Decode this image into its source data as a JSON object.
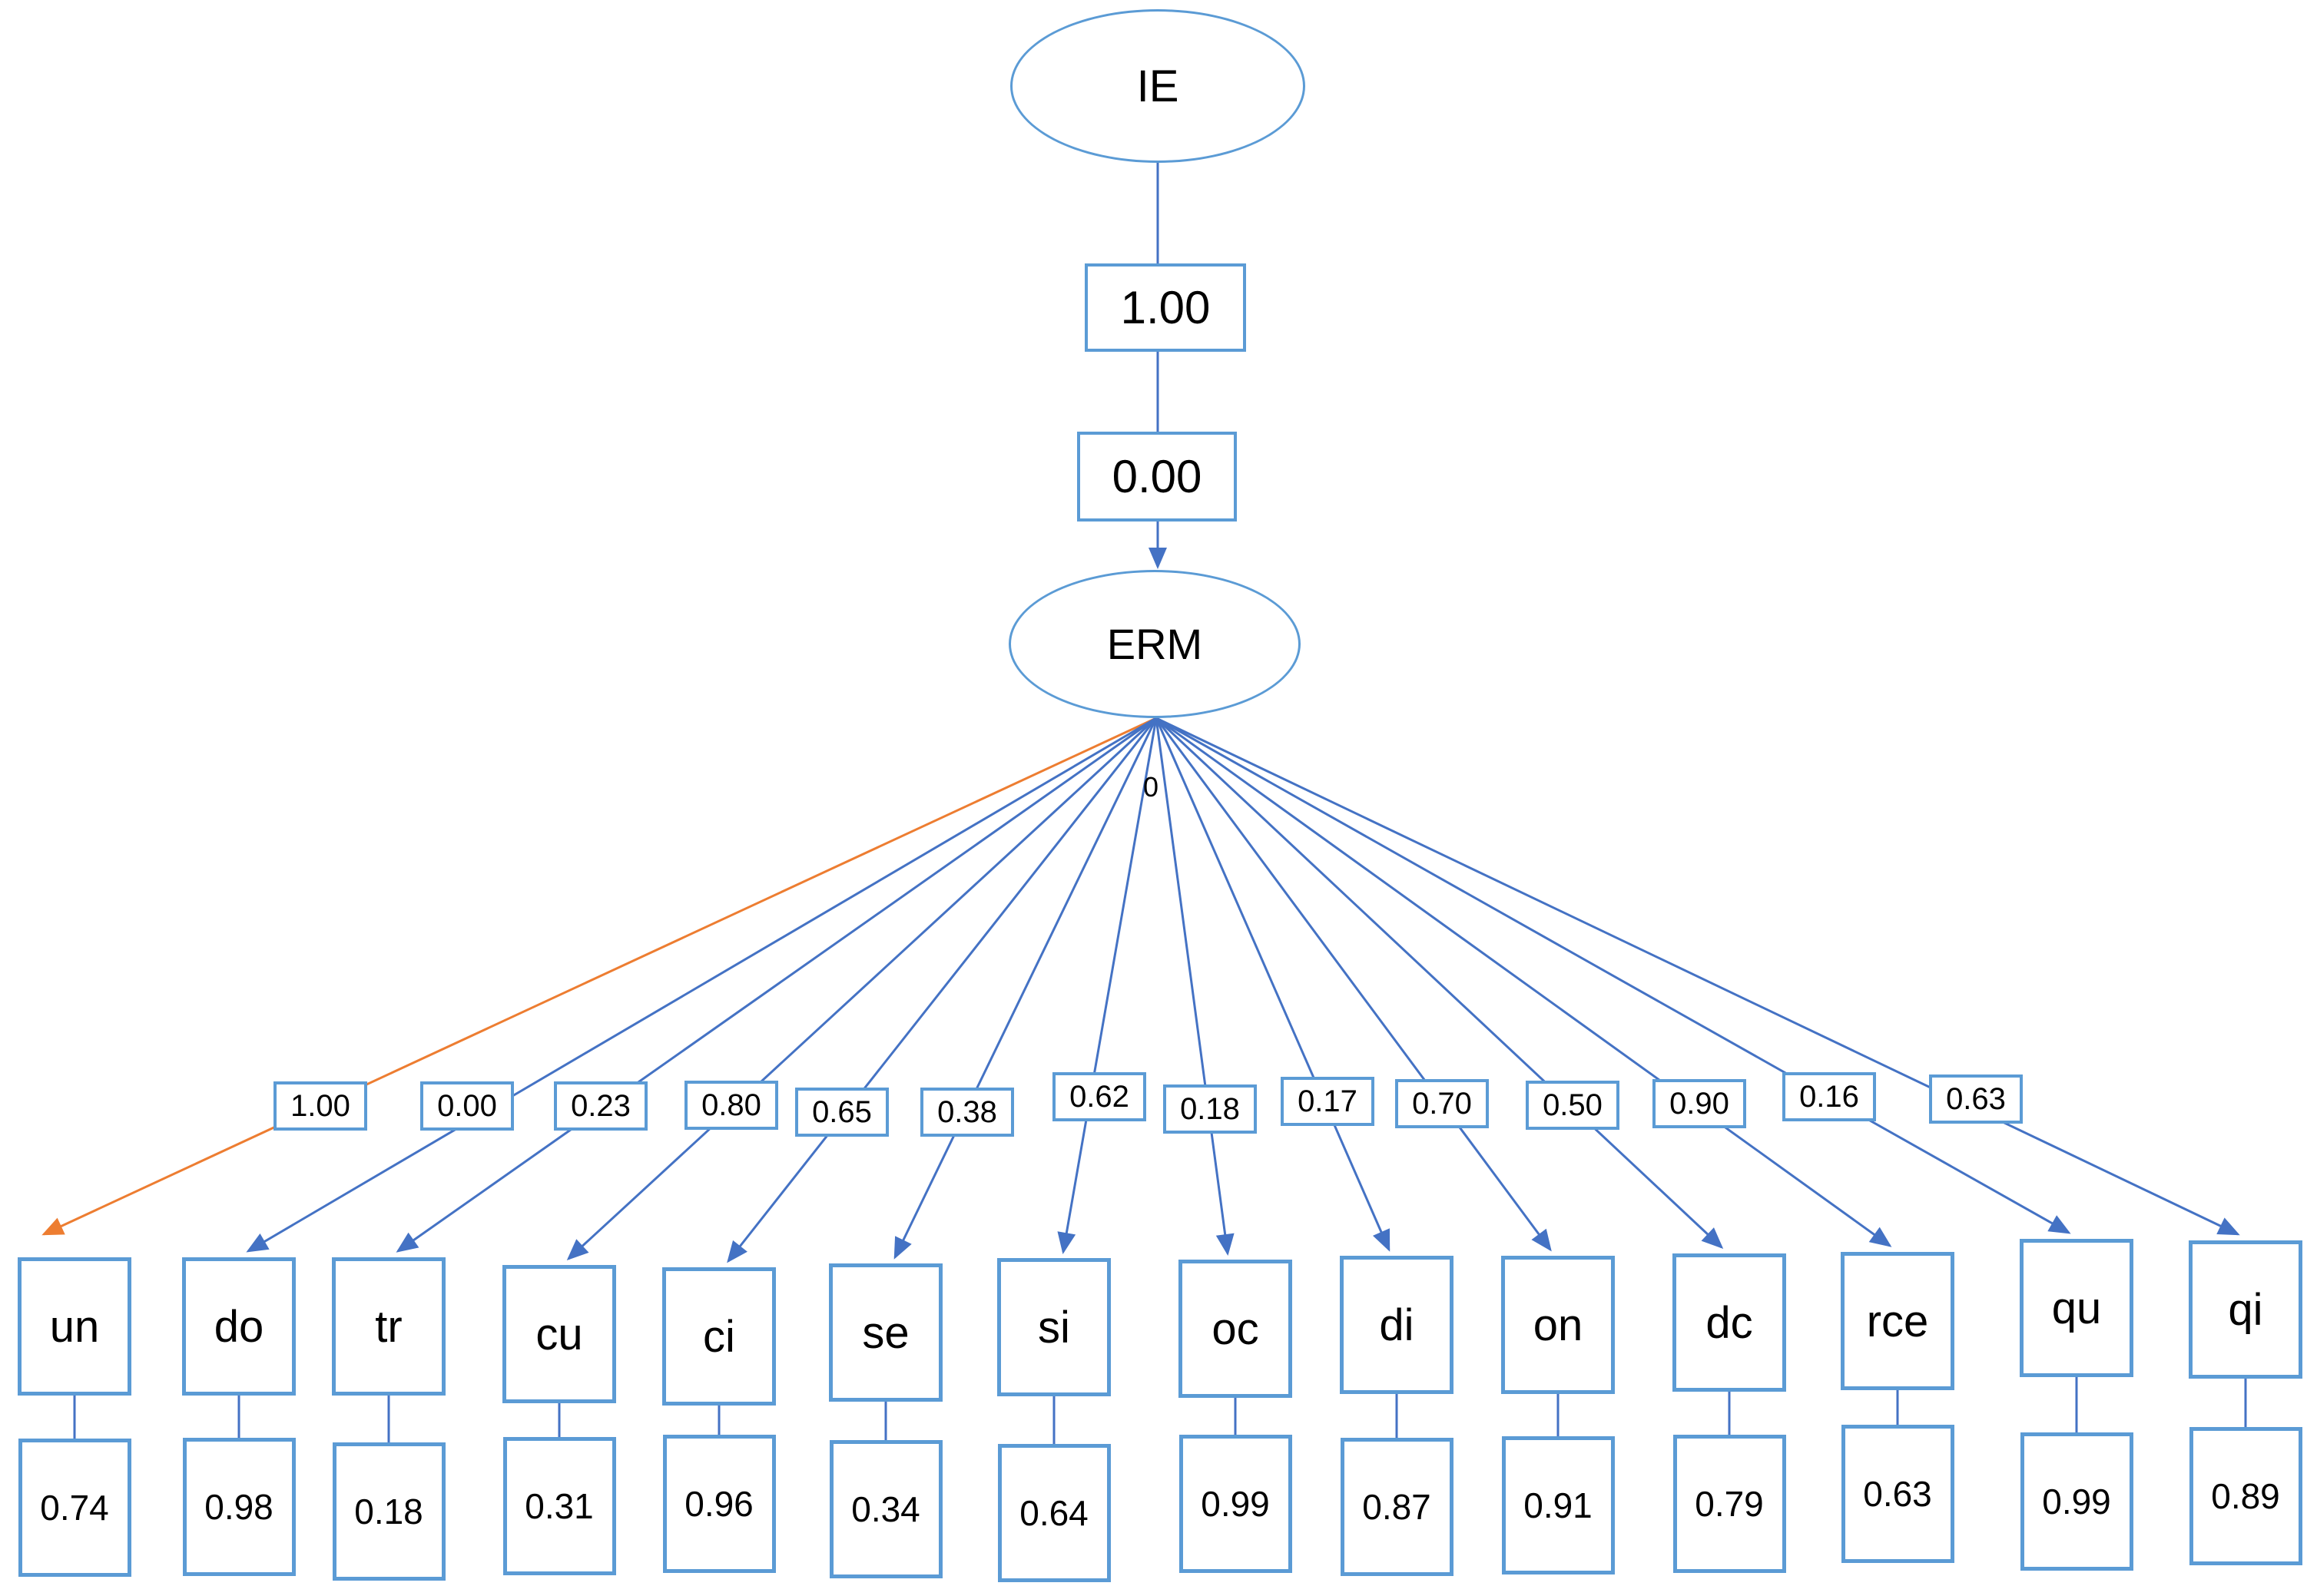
{
  "diagram": {
    "type": "SEM path diagram",
    "latents": [
      {
        "label": "IE"
      },
      {
        "label": "ERM"
      }
    ],
    "structural_coefficients": [
      "1.00",
      "0.00"
    ],
    "zero_annotation": "0",
    "indicators": [
      {
        "label": "un",
        "loading": "1.00",
        "error": "0.74",
        "arrow": "orange"
      },
      {
        "label": "do",
        "loading": "0.00",
        "error": "0.98",
        "arrow": "blue"
      },
      {
        "label": "tr",
        "loading": "0.23",
        "error": "0.18",
        "arrow": "blue"
      },
      {
        "label": "cu",
        "loading": "0.80",
        "error": "0.31",
        "arrow": "blue"
      },
      {
        "label": "ci",
        "loading": "0.65",
        "error": "0.96",
        "arrow": "blue"
      },
      {
        "label": "se",
        "loading": "0.38",
        "error": "0.34",
        "arrow": "blue"
      },
      {
        "label": "si",
        "loading": "0.62",
        "error": "0.64",
        "arrow": "blue"
      },
      {
        "label": "oc",
        "loading": "0.18",
        "error": "0.99",
        "arrow": "blue"
      },
      {
        "label": "di",
        "loading": "0.17",
        "error": "0.87",
        "arrow": "blue"
      },
      {
        "label": "on",
        "loading": "0.70",
        "error": "0.91",
        "arrow": "blue"
      },
      {
        "label": "dc",
        "loading": "0.50",
        "error": "0.79",
        "arrow": "blue"
      },
      {
        "label": "rce",
        "loading": "0.90",
        "error": "0.63",
        "arrow": "blue"
      },
      {
        "label": "qu",
        "loading": "0.16",
        "error": "0.99",
        "arrow": "blue"
      },
      {
        "label": "qi",
        "loading": "0.63",
        "error": "0.89",
        "arrow": "blue"
      }
    ],
    "colors": {
      "shape_border": "#5B9BD5",
      "arrow_blue": "#4472C4",
      "arrow_orange": "#ED7D31",
      "text": "#000000",
      "background": "#FFFFFF"
    }
  }
}
